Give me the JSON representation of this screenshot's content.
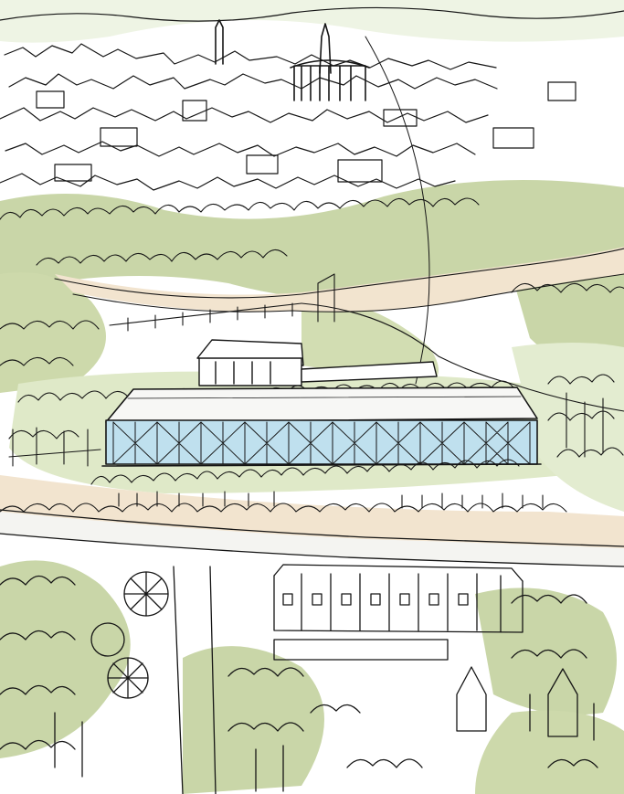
{
  "image": {
    "kind": "hand-drawn architectural sketch",
    "palette": {
      "ink": "#151515",
      "paper": "#ffffff",
      "green_wash": "#c9d6a8",
      "pale_green": "#dfe9c8",
      "path_wash": "#f2e4cf",
      "glass_blue": "#bfe0ee",
      "sky_wash": "#eef4e4"
    },
    "layers": [
      "skyline-with-cathedral-spires",
      "dense-town-hatching",
      "green-hillside-belts",
      "winding-footpath",
      "glass-pavilion",
      "tree-rows",
      "foreground-street",
      "foreground-houses-and-trees"
    ]
  }
}
